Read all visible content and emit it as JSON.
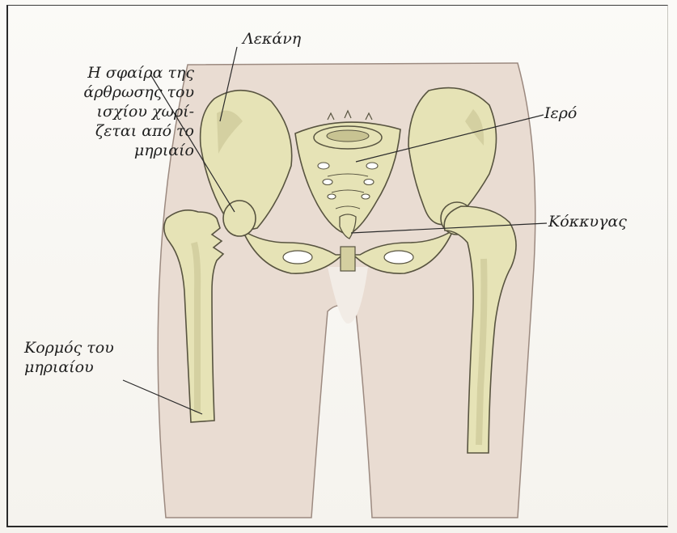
{
  "labels": {
    "pelvis": "Λεκάνη",
    "ball": [
      "Η σφαίρα της",
      "άρθρωσης του",
      "ισχίου χωρί-",
      "ζεται από το",
      "μηριαίο"
    ],
    "sacrum": "Ιερό",
    "coccyx": "Κόκκυγας",
    "shaft": [
      "Κορμός του",
      "μηριαίου"
    ]
  },
  "colors": {
    "bone": "#e6e3b6",
    "bone_shade": "#c8c392",
    "outline": "#585440",
    "skin": "#e9dcd2",
    "skin_edge": "#9c8a80",
    "leader": "#2b2b2b"
  }
}
